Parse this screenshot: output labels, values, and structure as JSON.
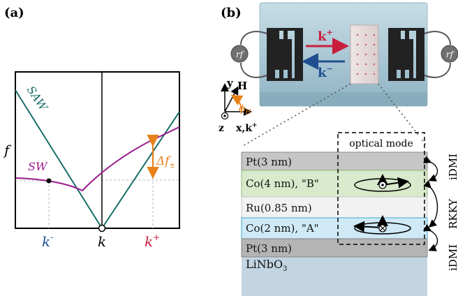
{
  "panel_a": {
    "label": "(a)",
    "y_axis_label": "f",
    "saw_label": "SAW",
    "sw_label": "SW",
    "delta_label": "Δf",
    "delta_sub": "±",
    "ticks": {
      "k_minus_base": "k",
      "k_minus_sup": "-",
      "k_base": "k",
      "k_plus_base": "k",
      "k_plus_sup": "+"
    },
    "colors": {
      "saw": "#1a6e68",
      "sw": "#9b1a8c",
      "delta": "#e8811a",
      "k_minus": "#1f4f8f",
      "k_plus": "#c81e3c",
      "guide": "#b5b5b5"
    }
  },
  "panel_b": {
    "label": "(b)",
    "device": {
      "k_plus_base": "k",
      "k_plus_sup": "+",
      "k_minus_base": "k",
      "k_minus_sup": "−",
      "rf_left": "rf",
      "rf_right": "rf"
    },
    "axes": {
      "y": "y",
      "h": "H",
      "phi": "ϕ",
      "phi_sub": "H",
      "z": "z",
      "x": "x,k",
      "x_sup": "+"
    },
    "optical_mode_label": "optical mode",
    "layers": [
      {
        "label": "Pt(3 nm)",
        "color": "#c6c6c6"
      },
      {
        "label": "Co(4 nm), \"B\"",
        "color": "#d9e9cc"
      },
      {
        "label": "Ru(0.85 nm)",
        "color": "#f2f2f2"
      },
      {
        "label": "Co(2 nm), \"A\"",
        "color": "#cfeaf6"
      },
      {
        "label": "Pt(3 nm)",
        "color": "#b4b4b4"
      }
    ],
    "substrate": {
      "label": "LiNbO",
      "sub": "3",
      "color": "#c3d5e2"
    },
    "side_labels": {
      "idmi_top": "iDMI",
      "rkky": "RKKY",
      "idmi_bottom": "iDMI"
    },
    "colors": {
      "arrow_k_plus": "#c81e3c",
      "arrow_k_minus": "#1f4f8f",
      "phi": "#e8811a"
    }
  }
}
